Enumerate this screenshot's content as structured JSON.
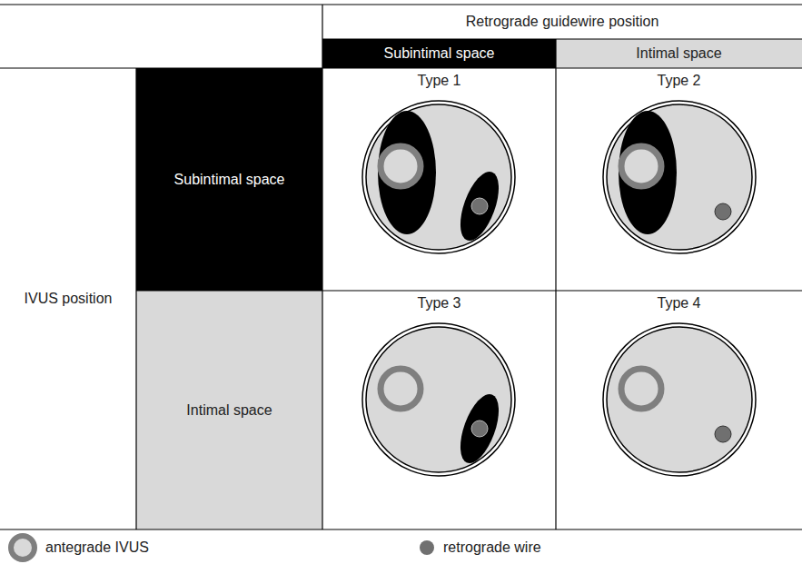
{
  "diagram": {
    "labels": [
      "Retrograde guidewire position",
      "Subintimal space",
      "Intimal space",
      "IVUS position",
      "Subintimal space",
      "Intimal space",
      "Type 1",
      "Type 2",
      "Type 3",
      "Type 4"
    ],
    "legend": [
      {
        "text": "antegrade IVUS"
      },
      {
        "text": "retrograde wire"
      }
    ]
  }
}
